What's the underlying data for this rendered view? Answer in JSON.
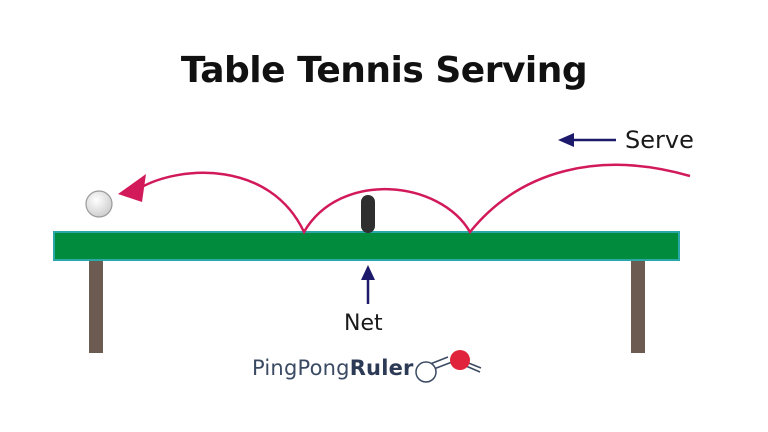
{
  "title": "Table Tennis Serving",
  "labels": {
    "serve": "Serve",
    "net": "Net"
  },
  "brand": {
    "part1": "PingPong",
    "part2": "Ruler"
  },
  "colors": {
    "table": "#008c3c",
    "table_edge": "#2aa8a8",
    "legs": "#6b5b50",
    "net": "#2f2f2f",
    "trajectory": "#d21a5b",
    "arrow": "#1d1a6b",
    "ball": "#e8e8e8",
    "paddle": "#e0243c"
  },
  "icons": [
    "ball-icon",
    "paddle-logo-icon"
  ]
}
